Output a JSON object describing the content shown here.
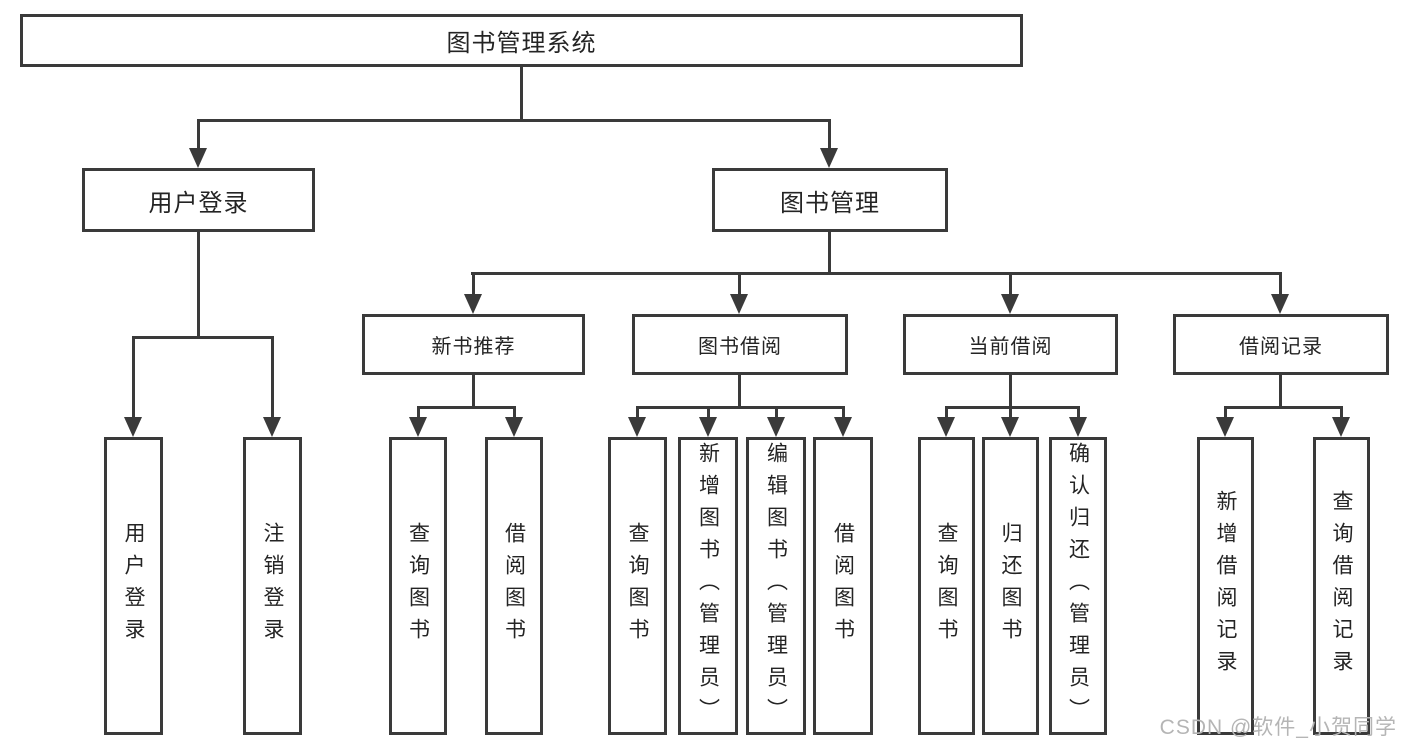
{
  "tree": {
    "root": {
      "label": "图书管理系统"
    },
    "user_login": {
      "label": "用户登录",
      "children": {
        "login": {
          "label": "用户登录"
        },
        "logout": {
          "label": "注销登录"
        }
      }
    },
    "book_mgmt": {
      "label": "图书管理",
      "children": {
        "new_book": {
          "label": "新书推荐",
          "children": {
            "query": {
              "label": "查询图书"
            },
            "borrow": {
              "label": "借阅图书"
            }
          }
        },
        "borrowing": {
          "label": "图书借阅",
          "children": {
            "query": {
              "label": "查询图书"
            },
            "add": {
              "label": "新增图书（管理员）"
            },
            "edit": {
              "label": "编辑图书（管理员）"
            },
            "borrow": {
              "label": "借阅图书"
            }
          }
        },
        "current": {
          "label": "当前借阅",
          "children": {
            "query": {
              "label": "查询图书"
            },
            "return": {
              "label": "归还图书"
            },
            "confirm": {
              "label": "确认归还（管理员）"
            }
          }
        },
        "records": {
          "label": "借阅记录",
          "children": {
            "add": {
              "label": "新增借阅记录"
            },
            "query": {
              "label": "查询借阅记录"
            }
          }
        }
      }
    }
  },
  "watermark": {
    "text": "CSDN @软件_小贺同学"
  },
  "colors": {
    "line": "#3a3a3a",
    "text": "#242424",
    "watermark": "#b5b5b5",
    "background": "#ffffff"
  }
}
